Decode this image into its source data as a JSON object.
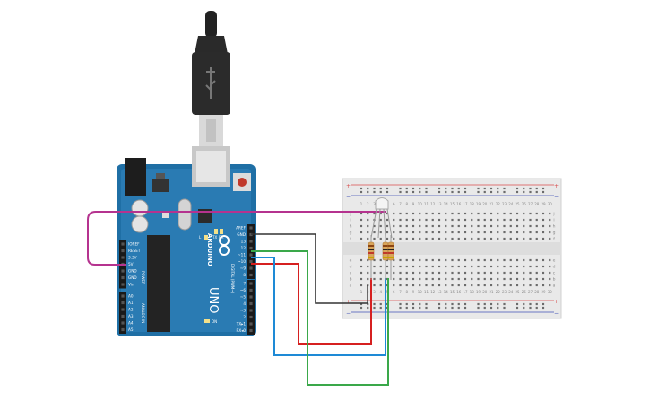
{
  "board": {
    "logo": "ARDUINO",
    "model": "UNO",
    "power_header_label": "POWER",
    "analog_header_label": "ANALOG IN",
    "digital_header_label": "DIGITAL (PWM~)",
    "on_led_label": "ON",
    "tx_label": "TX",
    "rx_label": "RX",
    "l_label": "L",
    "power_pins": [
      "IOREF",
      "RESET",
      "3.3V",
      "5V",
      "GND",
      "GND",
      "Vin"
    ],
    "analog_pins": [
      "A0",
      "A1",
      "A2",
      "A3",
      "A4",
      "A5"
    ],
    "digital_pins_top": [
      "AREF",
      "GND",
      "13",
      "12",
      "~11",
      "~10",
      "~9",
      "8"
    ],
    "digital_pins_bottom": [
      "7",
      "~6",
      "~5",
      "4",
      "~3",
      "2",
      "TX▸1",
      "RX◂0"
    ]
  },
  "breadboard": {
    "row_letters_top": [
      "j",
      "i",
      "h",
      "g",
      "f"
    ],
    "row_letters_bottom": [
      "e",
      "d",
      "c",
      "b",
      "a"
    ],
    "column_count": 30,
    "rail_plus": "+",
    "rail_minus": "−"
  },
  "wire_colors": {
    "magenta": "#b5338f",
    "black": "#333333",
    "red": "#d62020",
    "blue": "#1e8ad6",
    "green": "#3aa84a"
  }
}
